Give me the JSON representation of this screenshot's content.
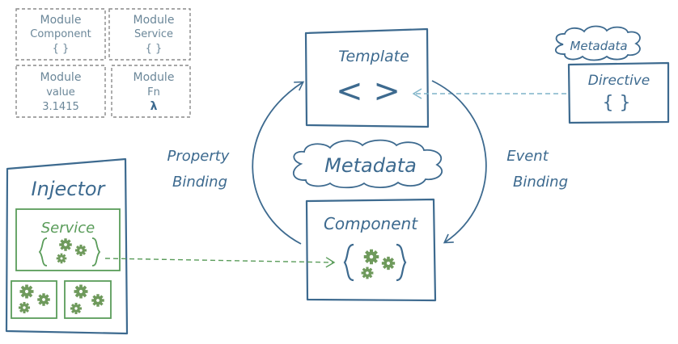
{
  "modules": [
    {
      "line1": "Module",
      "line2": "Component",
      "line3": "{ }"
    },
    {
      "line1": "Module",
      "line2": "Service",
      "line3": "{ }"
    },
    {
      "line1": "Module",
      "line2": "value",
      "line3": "3.1415"
    },
    {
      "line1": "Module",
      "line2": "Fn",
      "line3": "λ"
    }
  ],
  "template": {
    "title": "Template",
    "symbol": "< >"
  },
  "component": {
    "title": "Component"
  },
  "directive": {
    "title": "Directive",
    "symbol": "{ }",
    "metadata_label": "Metadata"
  },
  "center_metadata_label": "Metadata",
  "property_binding": {
    "line1": "Property",
    "line2": "Binding"
  },
  "event_binding": {
    "line1": "Event",
    "line2": "Binding"
  },
  "injector": {
    "title": "Injector",
    "service_label": "Service"
  },
  "colors": {
    "primary": "#3d6a8f",
    "module_border": "#8a8a8a",
    "module_text": "#6b8799",
    "green": "#5a9c5a",
    "gear": "#6f9a5c",
    "dashed_arrow": "#7fb3c8"
  }
}
